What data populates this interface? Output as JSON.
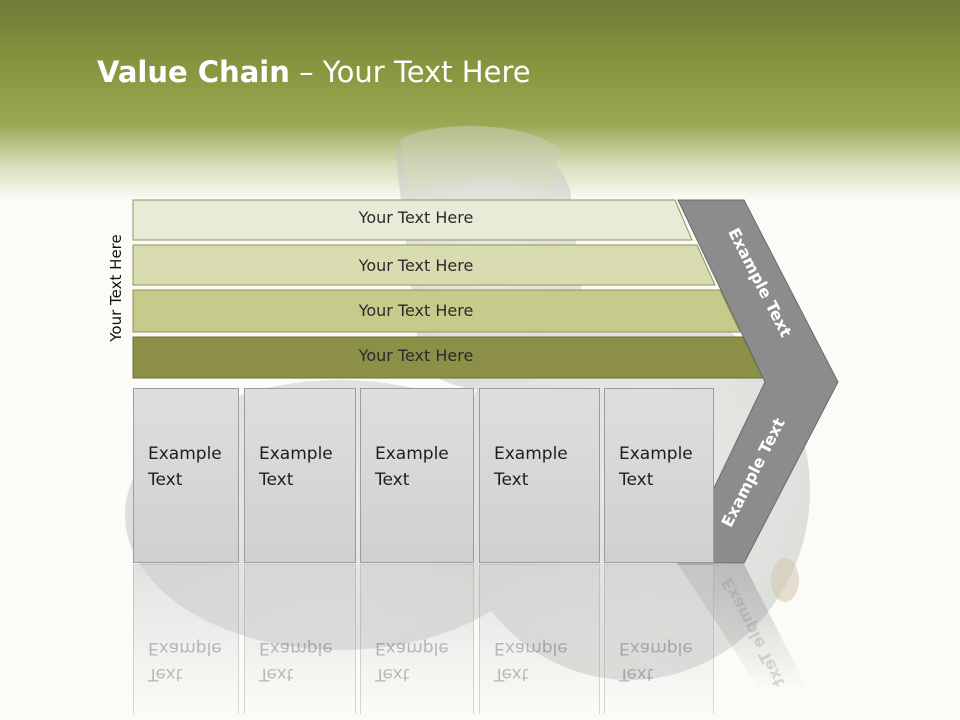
{
  "title": {
    "bold": "Value Chain",
    "rest": " – Your Text Here"
  },
  "side_label": "Your Text Here",
  "support_layers": [
    {
      "label": "Your Text Here",
      "color": "#e8ebd7"
    },
    {
      "label": "Your Text Here",
      "color": "#d9dcb0"
    },
    {
      "label": "Your Text Here",
      "color": "#c6ca8a"
    },
    {
      "label": "Your Text Here",
      "color": "#8b9046"
    }
  ],
  "primary_activities": [
    {
      "line1": "Example",
      "line2": "Text"
    },
    {
      "line1": "Example",
      "line2": "Text"
    },
    {
      "line1": "Example",
      "line2": "Text"
    },
    {
      "line1": "Example",
      "line2": "Text"
    },
    {
      "line1": "Example",
      "line2": "Text"
    }
  ],
  "margin_arrow": {
    "upper_label": "Example Text",
    "lower_label": "Example Text",
    "color": "#8c8c8c"
  },
  "colors": {
    "header": "#7d883c",
    "accent": "#9aa652"
  }
}
